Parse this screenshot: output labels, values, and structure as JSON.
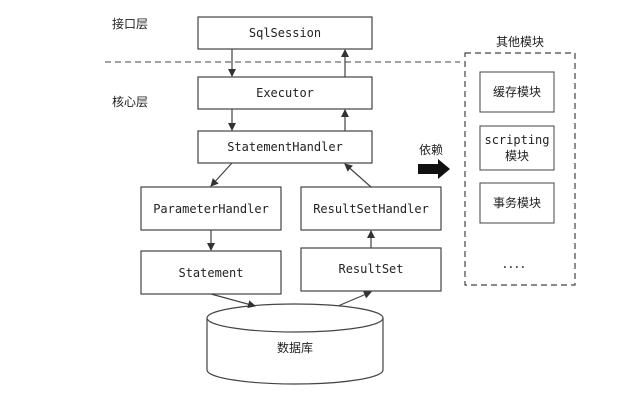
{
  "layers": {
    "interface_label": "接口层",
    "core_label": "核心层"
  },
  "nodes": {
    "sqlsession": "SqlSession",
    "executor": "Executor",
    "statement_handler": "StatementHandler",
    "parameter_handler": "ParameterHandler",
    "resultset_handler": "ResultSetHandler",
    "statement": "Statement",
    "resultset": "ResultSet",
    "database": "数据库"
  },
  "other_modules": {
    "title": "其他模块",
    "cache": "缓存模块",
    "scripting_line1": "scripting",
    "scripting_line2": "模块",
    "transaction": "事务模块",
    "more": "．．．．"
  },
  "depends_label": "依赖",
  "colors": {
    "stroke": "#444444",
    "text": "#222222",
    "arrow_fill": "#111111"
  }
}
